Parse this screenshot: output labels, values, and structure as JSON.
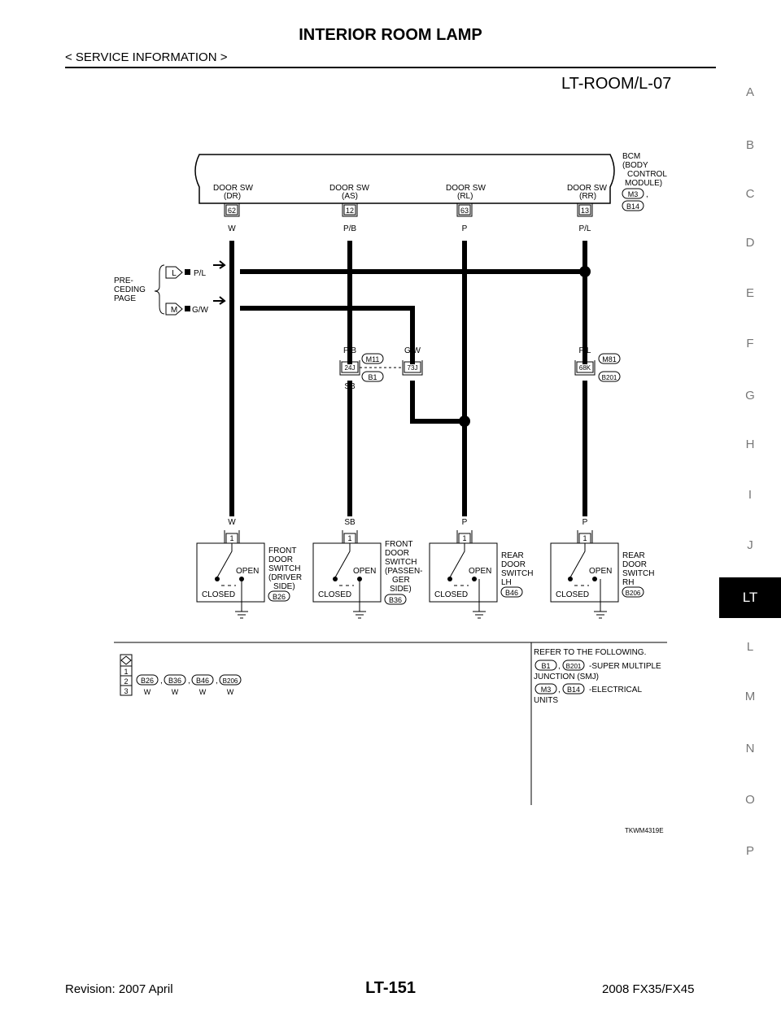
{
  "header": {
    "title": "INTERIOR ROOM LAMP",
    "subtitle": "< SERVICE INFORMATION >",
    "diagram_code": "LT-ROOM/L-07"
  },
  "side_index": {
    "letters": [
      "A",
      "B",
      "C",
      "D",
      "E",
      "F",
      "G",
      "H",
      "I",
      "J",
      "LT",
      "L",
      "M",
      "N",
      "O",
      "P"
    ],
    "active": "LT"
  },
  "bcm": {
    "name_lines": [
      "BCM",
      "(BODY",
      "CONTROL",
      "MODULE)"
    ],
    "connectors": [
      "M3",
      "B14"
    ]
  },
  "door_sw": [
    {
      "label": "DOOR SW",
      "pos": "(DR)",
      "terminal": "62",
      "wire": "W"
    },
    {
      "label": "DOOR SW",
      "pos": "(AS)",
      "terminal": "12",
      "wire": "P/B"
    },
    {
      "label": "DOOR SW",
      "pos": "(RL)",
      "terminal": "63",
      "wire": "P"
    },
    {
      "label": "DOOR SW",
      "pos": "(RR)",
      "terminal": "13",
      "wire": "P/L"
    }
  ],
  "preceding": {
    "label_lines": [
      "PRE-",
      "CEDING",
      "PAGE"
    ],
    "inputs": [
      {
        "letter": "L",
        "wire": "P/L"
      },
      {
        "letter": "M",
        "wire": "G/W"
      }
    ]
  },
  "junctions": {
    "left": {
      "top_wires": [
        "P/B",
        "G/W"
      ],
      "terminals": [
        "24J",
        "73J"
      ],
      "bottom_wires": [
        "SB",
        "P"
      ],
      "connectors": [
        "M11",
        "B1"
      ]
    },
    "right": {
      "top_wire": "P/L",
      "terminal": "68K",
      "bottom_wire": "P",
      "connectors": [
        "M81",
        "B201"
      ]
    }
  },
  "switches": [
    {
      "wire": "W",
      "terminal": "1",
      "open": "OPEN",
      "closed": "CLOSED",
      "name_lines": [
        "FRONT",
        "DOOR",
        "SWITCH",
        "(DRIVER",
        "SIDE)"
      ],
      "connector": "B26"
    },
    {
      "wire": "SB",
      "terminal": "1",
      "open": "OPEN",
      "closed": "CLOSED",
      "name_lines": [
        "FRONT",
        "DOOR",
        "SWITCH",
        "(PASSEN-",
        "GER",
        "SIDE)"
      ],
      "connector": "B36"
    },
    {
      "wire": "P",
      "terminal": "1",
      "open": "OPEN",
      "closed": "CLOSED",
      "name_lines": [
        "REAR",
        "DOOR",
        "SWITCH",
        "LH"
      ],
      "connector": "B46"
    },
    {
      "wire": "P",
      "terminal": "1",
      "open": "OPEN",
      "closed": "CLOSED",
      "name_lines": [
        "REAR",
        "DOOR",
        "SWITCH",
        "RH"
      ],
      "connector": "B206"
    }
  ],
  "connector_table": {
    "rows": [
      "1",
      "2",
      "3"
    ],
    "connectors": [
      {
        "id": "B26",
        "color": "W"
      },
      {
        "id": "B36",
        "color": "W"
      },
      {
        "id": "B46",
        "color": "W"
      },
      {
        "id": "B206",
        "color": "W"
      }
    ],
    "separator": ","
  },
  "refer": {
    "heading": "REFER TO THE FOLLOWING.",
    "items": [
      {
        "connectors": [
          "B1",
          "B201"
        ],
        "line1": "-SUPER MULTIPLE",
        "line2": "JUNCTION (SMJ)"
      },
      {
        "connectors": [
          "M3",
          "B14"
        ],
        "line1": "-ELECTRICAL",
        "line2": "UNITS"
      }
    ]
  },
  "figure_code": "TKWM4319E",
  "footer": {
    "revision": "Revision: 2007 April",
    "page": "LT-151",
    "model": "2008 FX35/FX45"
  }
}
